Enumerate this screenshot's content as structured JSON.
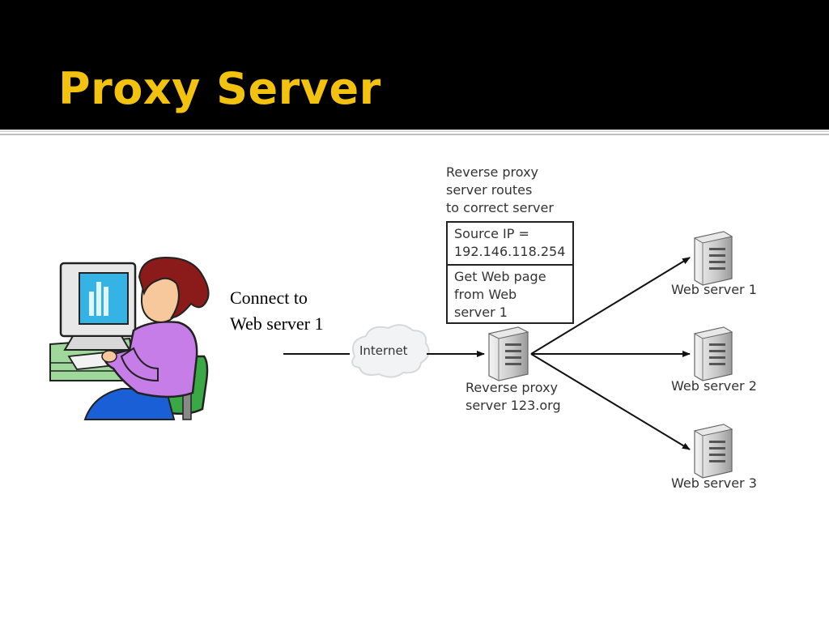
{
  "slide": {
    "title": "Proxy Server"
  },
  "diagram": {
    "client_label": "Connect to\nWeb server 1",
    "internet_label": "Internet",
    "routes_note": "Reverse proxy\nserver routes\nto correct server",
    "source_ip": "Source IP =\n192.146.118.254",
    "request": "Get Web page\nfrom Web\nserver 1",
    "proxy_label": "Reverse proxy\nserver 123.org",
    "web_server_1": "Web server 1",
    "web_server_2": "Web server 2",
    "web_server_3": "Web server 3"
  },
  "colors": {
    "title": "#f2c20f",
    "background_header": "#000000"
  }
}
